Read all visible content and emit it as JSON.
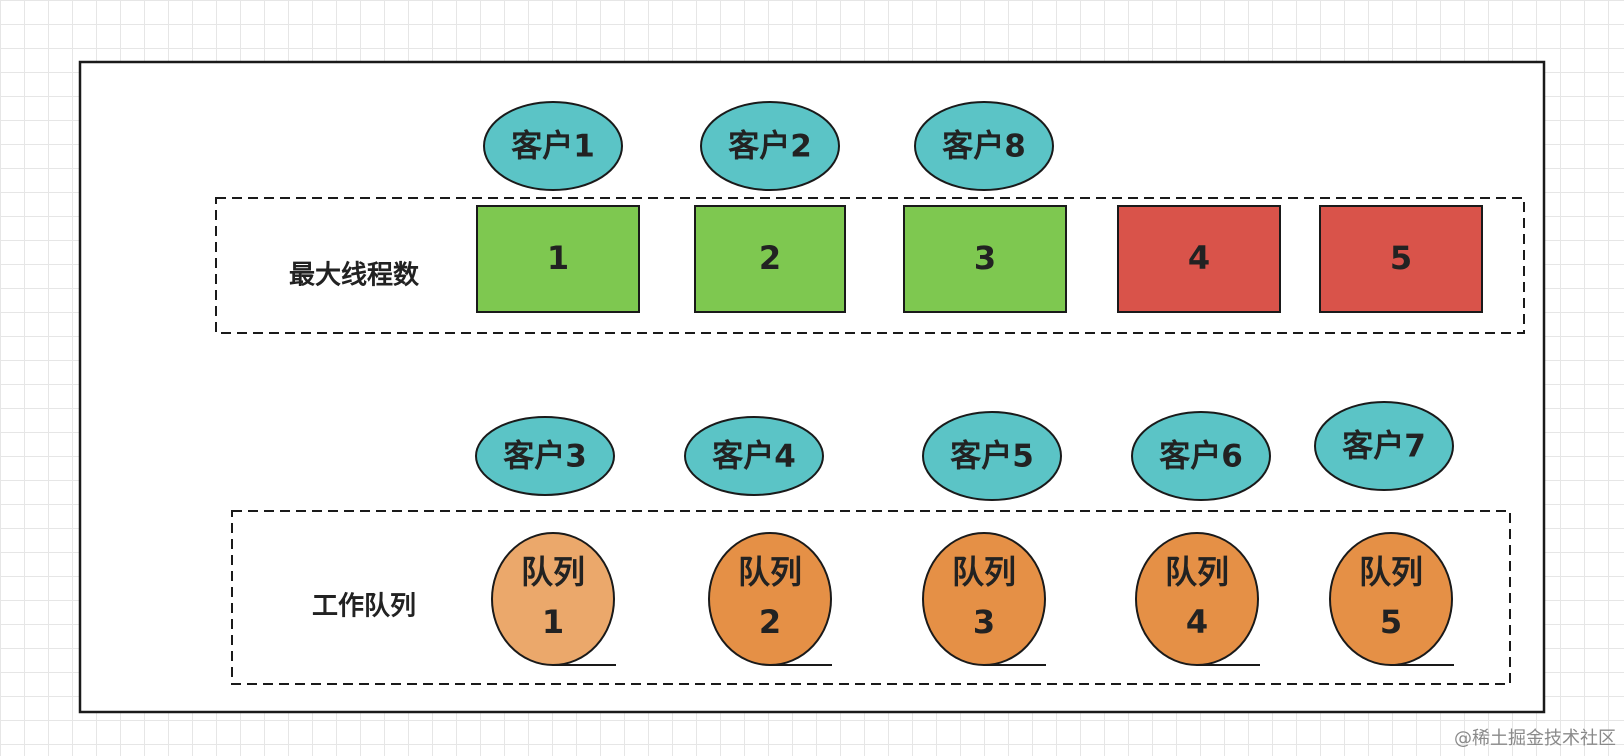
{
  "colors": {
    "customer_fill": "#5bc4c6",
    "busy_thread": "#7ec850",
    "free_thread": "#d9534a",
    "queue_fill_light": "#eba86b",
    "queue_fill": "#e59046",
    "stroke": "#1a1a1a"
  },
  "thread_pool": {
    "label": "最大线程数",
    "threads": [
      {
        "label": "1",
        "state": "busy"
      },
      {
        "label": "2",
        "state": "busy"
      },
      {
        "label": "3",
        "state": "busy"
      },
      {
        "label": "4",
        "state": "free"
      },
      {
        "label": "5",
        "state": "free"
      }
    ],
    "customers": [
      "客户1",
      "客户2",
      "客户8"
    ]
  },
  "work_queue": {
    "label": "工作队列",
    "queues": [
      {
        "label_top": "队列",
        "label_bottom": "1"
      },
      {
        "label_top": "队列",
        "label_bottom": "2"
      },
      {
        "label_top": "队列",
        "label_bottom": "3"
      },
      {
        "label_top": "队列",
        "label_bottom": "4"
      },
      {
        "label_top": "队列",
        "label_bottom": "5"
      }
    ],
    "customers": [
      "客户3",
      "客户4",
      "客户5",
      "客户6",
      "客户7"
    ]
  },
  "watermark": "@稀土掘金技术社区"
}
